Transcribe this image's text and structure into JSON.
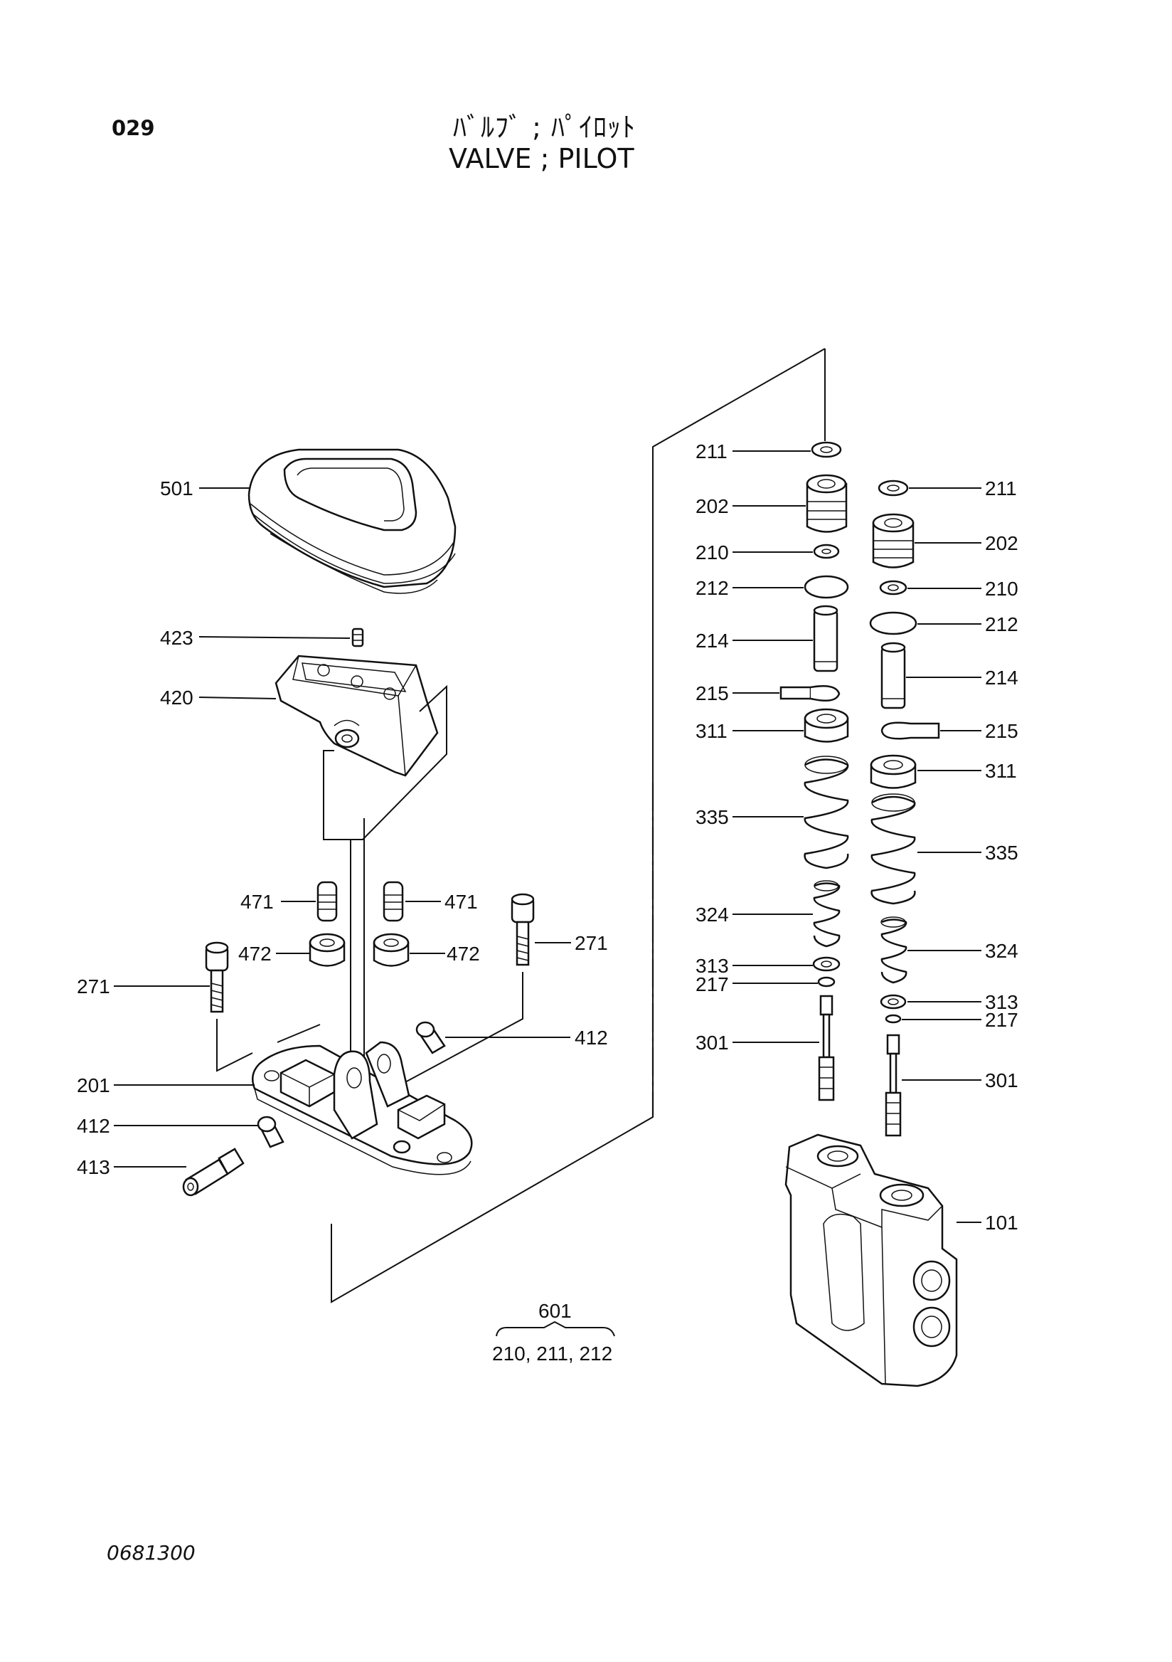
{
  "header": {
    "page_number": "029",
    "title_jp": "ﾊﾞﾙﾌﾞ ; ﾊﾟｲﾛｯﾄ",
    "title_en": "VALVE ; PILOT"
  },
  "footer": {
    "code": "0681300"
  },
  "kit": {
    "number": "601",
    "contents": "210, 211, 212"
  },
  "labels": {
    "l501": "501",
    "l423": "423",
    "l420": "420",
    "l471a": "471",
    "l471b": "471",
    "l472a": "472",
    "l472b": "472",
    "l271a": "271",
    "l271b": "271",
    "l412a": "412",
    "l412b": "412",
    "l201": "201",
    "l413": "413",
    "m211": "211",
    "m202": "202",
    "m210": "210",
    "m212": "212",
    "m214": "214",
    "m215": "215",
    "m311": "311",
    "m335": "335",
    "m324": "324",
    "m313": "313",
    "m217": "217",
    "m301": "301",
    "r211": "211",
    "r202": "202",
    "r210": "210",
    "r212": "212",
    "r214": "214",
    "r215": "215",
    "r311": "311",
    "r335": "335",
    "r324": "324",
    "r313": "313",
    "r217": "217",
    "r301": "301",
    "r101": "101"
  }
}
